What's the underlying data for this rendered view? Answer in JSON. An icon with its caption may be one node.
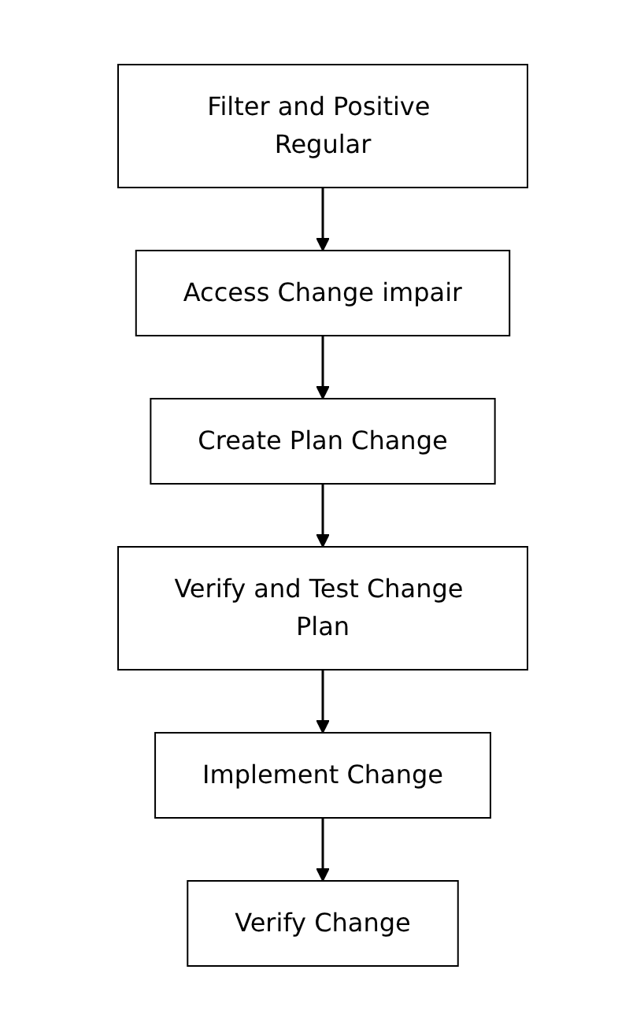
{
  "diagram": {
    "nodes": [
      {
        "text": [
          "Filter and Positive Regular"
        ]
      },
      {
        "text": [
          "Access Change impair"
        ]
      },
      {
        "text": [
          "Create Plan Change"
        ]
      },
      {
        "text": [
          "Verify and Test Change Plan"
        ]
      },
      {
        "text": [
          "Implement Change"
        ]
      },
      {
        "text": [
          "Verify Change"
        ]
      }
    ],
    "edges": [
      {
        "from": 0,
        "to": 1,
        "arrow": "to"
      },
      {
        "from": 1,
        "to": 2,
        "arrow": "to"
      },
      {
        "from": 2,
        "to": 3,
        "arrow": "to"
      },
      {
        "from": 3,
        "to": 4,
        "arrow": "to"
      },
      {
        "from": 4,
        "to": 5,
        "arrow": "to"
      }
    ]
  }
}
